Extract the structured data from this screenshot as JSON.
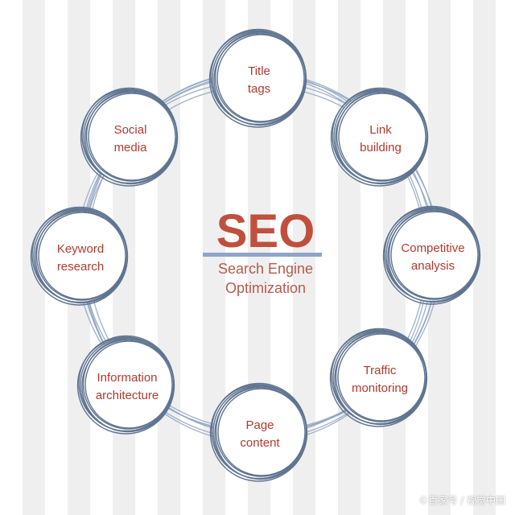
{
  "center": {
    "title": "SEO",
    "subtitle_line1": "Search Engine",
    "subtitle_line2": "Optimization"
  },
  "nodes": [
    {
      "line1": "Title",
      "line2": "tags"
    },
    {
      "line1": "Link",
      "line2": "building"
    },
    {
      "line1": "Competitive",
      "line2": "analysis"
    },
    {
      "line1": "Traffic",
      "line2": "monitoring"
    },
    {
      "line1": "Page",
      "line2": "content"
    },
    {
      "line1": "Information",
      "line2": "architecture"
    },
    {
      "line1": "Keyword",
      "line2": "research"
    },
    {
      "line1": "Social",
      "line2": "media"
    }
  ],
  "watermark": "©百家号 / 视觉中国",
  "colors": {
    "text_red": "#b03a2e",
    "seo_red": "#c0503e",
    "sketch_blue": "#5f7490",
    "ring_blue": "#8fa3bf",
    "underline_blue": "#8da5c9"
  }
}
